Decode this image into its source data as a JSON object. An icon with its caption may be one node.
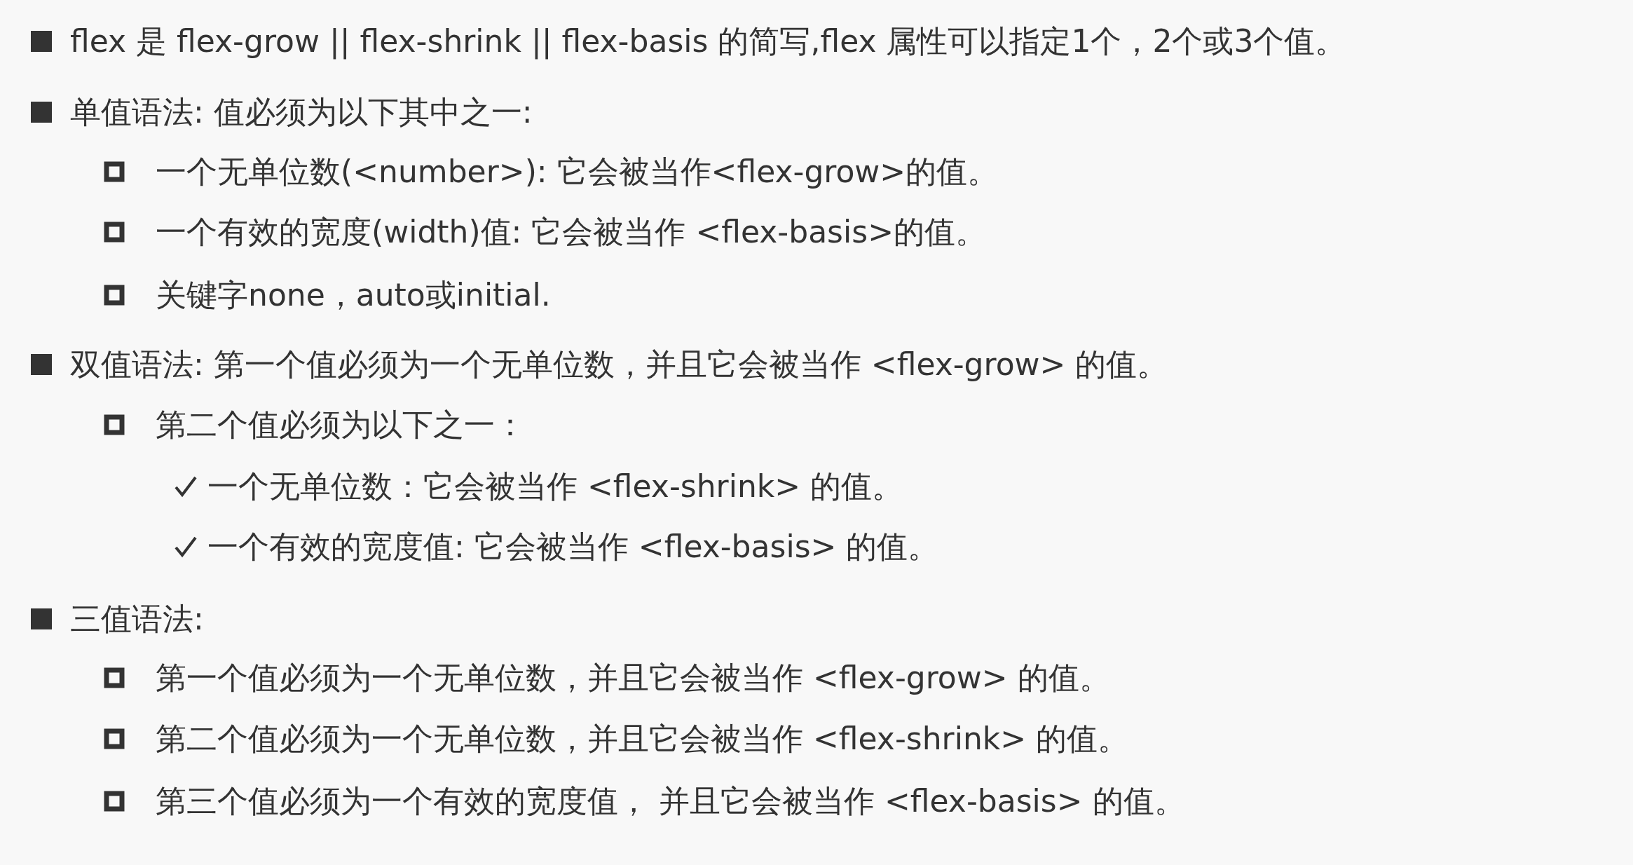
{
  "diagram": {
    "labels": [
      "flex 是 flex-grow || flex-shrink || flex-basis 的简写,flex 属性可以指定1个，2个或3个值。",
      "单值语法: 值必须为以下其中之一:",
      "一个无单位数(<number>): 它会被当作<flex-grow>的值。",
      "一个有效的宽度(width)值: 它会被当作 <flex-basis>的值。",
      "关键字none，auto或initial.",
      "双值语法: 第一个值必须为一个无单位数，并且它会被当作 <flex-grow> 的值。",
      "第二个值必须为以下之一：",
      "一个无单位数：它会被当作 <flex-shrink> 的值。",
      "一个有效的宽度值: 它会被当作 <flex-basis> 的值。",
      "三值语法:",
      "第一个值必须为一个无单位数，并且它会被当作 <flex-grow> 的值。",
      "第二个值必须为一个无单位数，并且它会被当作 <flex-shrink> 的值。",
      "第三个值必须为一个有效的宽度值， 并且它会被当作 <flex-basis> 的值。"
    ]
  }
}
